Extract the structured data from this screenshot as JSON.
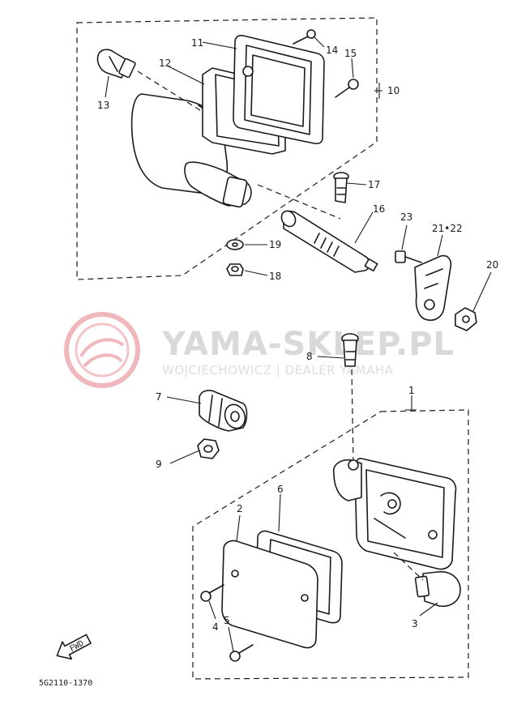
{
  "watermark": {
    "title": "YAMA-SKLEP.PL",
    "subtitle": "WOJCIECHOWICZ | DEALER YAMAHA",
    "color": "#e9a0a8"
  },
  "diagram_code": "5G2110-1370",
  "front_marker": {
    "text": "FWD"
  },
  "callouts": {
    "c1": "1",
    "c2": "2",
    "c3": "3",
    "c4": "4",
    "c5": "5",
    "c6": "6",
    "c7": "7",
    "c8": "8",
    "c9": "9",
    "c10": "10",
    "c11": "11",
    "c12": "12",
    "c13": "13",
    "c14": "14",
    "c15": "15",
    "c16": "16",
    "c17": "17",
    "c18": "18",
    "c19": "19",
    "c20": "20",
    "c2122": "21•22",
    "c23": "23"
  }
}
